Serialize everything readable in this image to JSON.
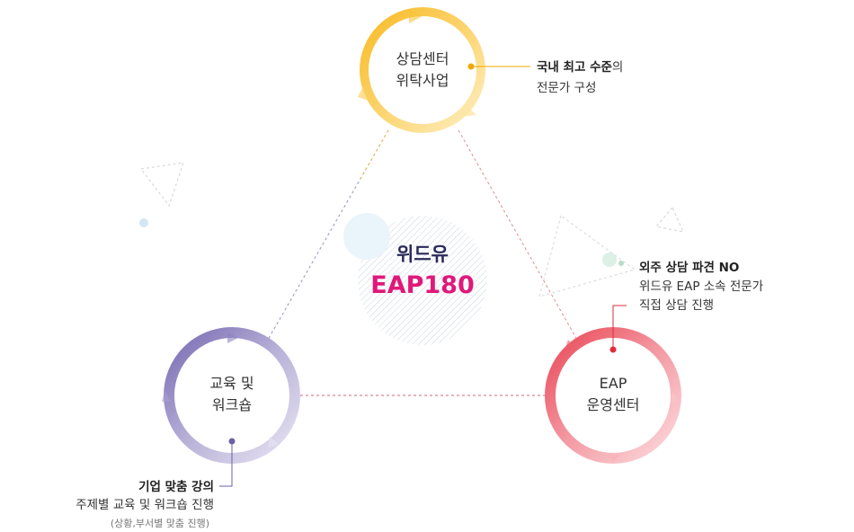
{
  "center": {
    "title": "위드유",
    "subtitle": "EAP180"
  },
  "nodes": {
    "top": {
      "line1": "상담센터",
      "line2": "위탁사업",
      "color": "#f6b81c",
      "callout": {
        "line1_bold": "국내 최고 수준",
        "line1_rest": "의",
        "line2": "전문가 구성"
      }
    },
    "left": {
      "line1": "교육 및",
      "line2": "워크숍",
      "color": "#7466b0",
      "callout": {
        "line1": "기업 맞춤 강의",
        "line2": "주제별 교육 및 워크숍 진행",
        "line3": "(상황,부서별 맞춤 진행)"
      }
    },
    "right": {
      "line1": "EAP",
      "line2": "운영센터",
      "color": "#e94a5a",
      "callout": {
        "line1": "외주 상담 파견 NO",
        "line2": "위드유 EAP 소속 전문가",
        "line3": "직접 상담 진행"
      }
    }
  }
}
